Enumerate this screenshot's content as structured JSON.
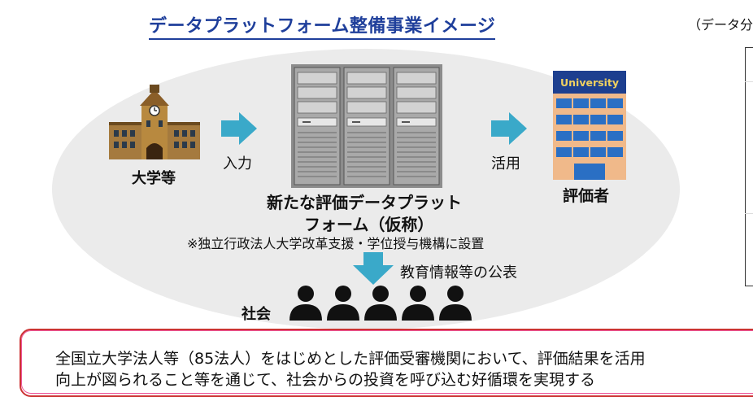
{
  "title": "データプラットフォーム整備事業イメージ",
  "top_right_note": "（データ分",
  "diagram": {
    "university": {
      "label": "大学等",
      "icon": "university-building-icon"
    },
    "arrow_in_label": "入力",
    "platform": {
      "line1": "新たな評価データプラット",
      "line2": "フォーム（仮称）",
      "note": "※独立行政法人大学改革支援・学位授与機構に設置",
      "icon": "server-rack-icon"
    },
    "arrow_out_label": "活用",
    "evaluator": {
      "label": "評価者",
      "sign": "University",
      "icon": "office-building-icon"
    },
    "arrow_down_label": "教育情報等の公表",
    "society": {
      "label": "社会",
      "icon": "people-icon",
      "count": 5
    }
  },
  "callout": {
    "line1": "全国立大学法人等（85法人）をはじめとした評価受審機関において、評価結果を活用",
    "line2": "向上が図られること等を通じて、社会からの投資を呼び込む好循環を実現する"
  },
  "colors": {
    "title": "#1f3f9b",
    "arrow": "#3aa9c9",
    "callout_border": "#cc3333",
    "ellipse": "#ebebeb"
  }
}
